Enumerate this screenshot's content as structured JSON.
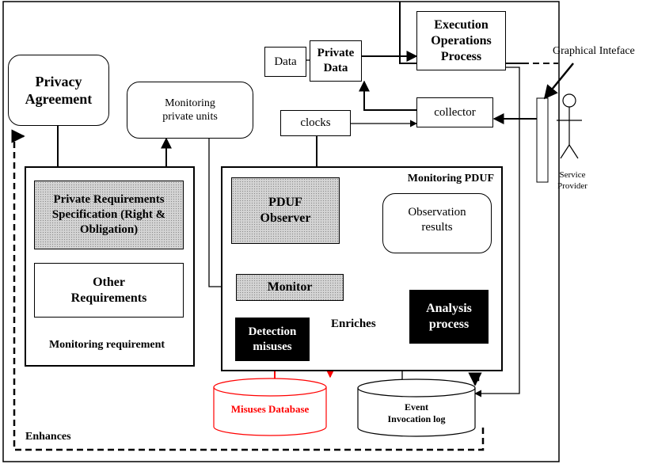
{
  "nodes": {
    "privacy_agreement": "Privacy Agreement",
    "monitoring_private_units": "Monitoring private units",
    "private_requirements": "Private Requirements Specification (Right & Obligation)",
    "other_requirements": "Other Requirements",
    "monitoring_requirement": "Monitoring requirement",
    "data": "Data",
    "private_data": "Private Data",
    "execution_operations_process": "Execution Operations Process",
    "collector": "collector",
    "clocks": "clocks",
    "monitoring_pduf": "Monitoring PDUF",
    "pduf_observer": "PDUF Observer",
    "observation_results": "Observation results",
    "monitor": "Monitor",
    "detection_misuses": "Detection misuses",
    "analysis_process": "Analysis process",
    "misuses_database": "Misuses Database",
    "event_invocation_log": "Event Invocation log"
  },
  "labels": {
    "graphical_interface": "Graphical Inteface",
    "service_provider": "Service Provider",
    "enriches": "Enriches",
    "enhances": "Enhances"
  },
  "colors": {
    "line": "#000000",
    "misuses_red": "#ff0000",
    "spec_fill": "#d4d4d4",
    "black_fill": "#000000"
  }
}
